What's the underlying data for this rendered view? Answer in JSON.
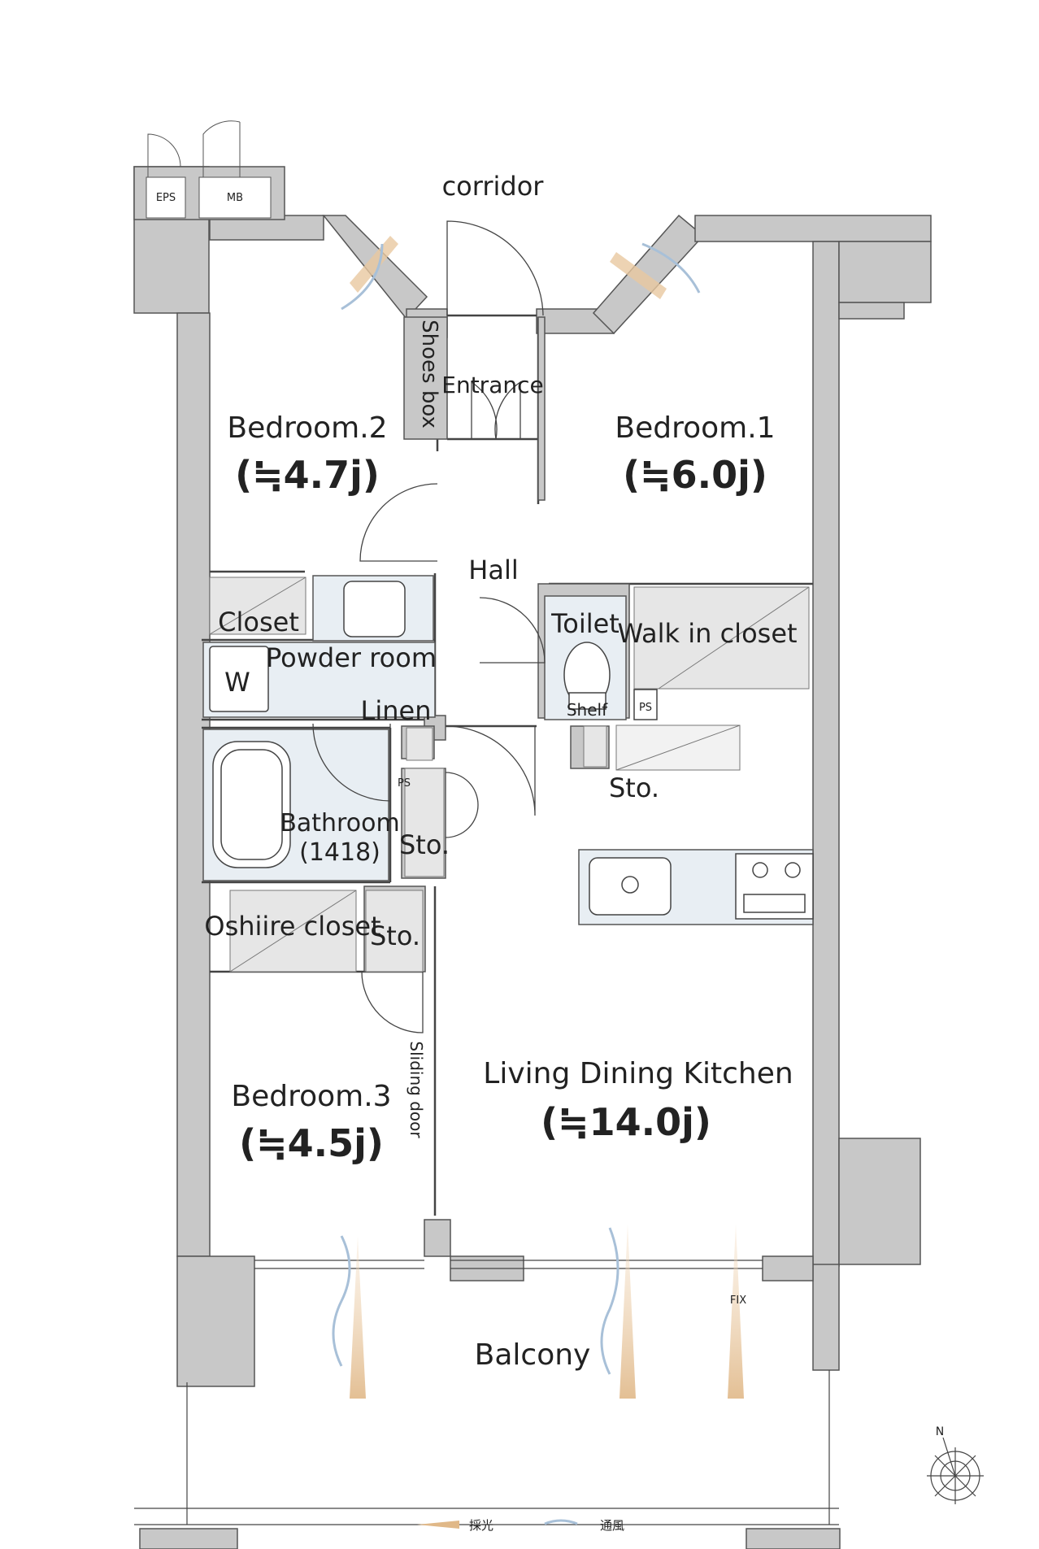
{
  "labels": {
    "corridor": "corridor",
    "eps": "EPS",
    "mb": "MB",
    "shoes_box": "Shoes box",
    "entrance": "Entrance",
    "bedroom1": "Bedroom.1",
    "bedroom1_area": "(≒6.0j)",
    "bedroom2": "Bedroom.2",
    "bedroom2_area": "(≒4.7j)",
    "bedroom3": "Bedroom.3",
    "bedroom3_area": "(≒4.5j)",
    "hall": "Hall",
    "closet": "Closet",
    "toilet": "Toilet",
    "walk_in_closet": "Walk in closet",
    "w": "W",
    "powder_room": "Powder room",
    "linen": "Linen",
    "shelf": "Shelf",
    "ps_toilet": "PS",
    "ps_bath": "PS",
    "sto_kitchen": "Sto.",
    "bathroom": "Bathroom",
    "bathroom_size": "(1418)",
    "sto_bath": "Sto.",
    "oshiire_closet": "Oshiire closet",
    "sto_oshiire": "Sto.",
    "ldk": "Living Dining Kitchen",
    "ldk_area": "(≒14.0j)",
    "sliding_door": "Sliding door",
    "fix": "FIX",
    "balcony": "Balcony",
    "north": "N"
  },
  "legend": {
    "daylight": "採光",
    "ventilation": "通風"
  },
  "colors": {
    "wall": "#c8c8c8",
    "wet_area": "#e8eef3",
    "storage": "#e6e6e6",
    "daylight_arrow": "#e8c8a0",
    "ventilation_arrow": "#a8c0d8"
  }
}
